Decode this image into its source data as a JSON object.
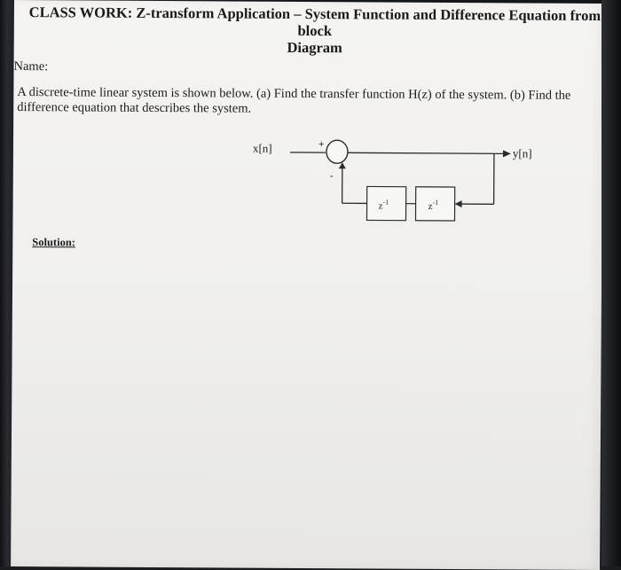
{
  "title": {
    "line1": "CLASS WORK: Z-transform Application – System Function and Difference Equation from block",
    "line2": "Diagram"
  },
  "name_label": "Name:",
  "question": {
    "line1": "A discrete-time linear system is shown below. (a) Find the transfer function H(z) of the system. (b) Find the",
    "line2": "difference equation that describes the system."
  },
  "diagram": {
    "input_label": "x[n]",
    "output_label": "y[n]",
    "plus_sign": "+",
    "minus_sign": "-",
    "delay1_label": "z",
    "delay1_exp": "-1",
    "delay2_label": "z",
    "delay2_exp": "-1"
  },
  "solution_label": "Solution:"
}
